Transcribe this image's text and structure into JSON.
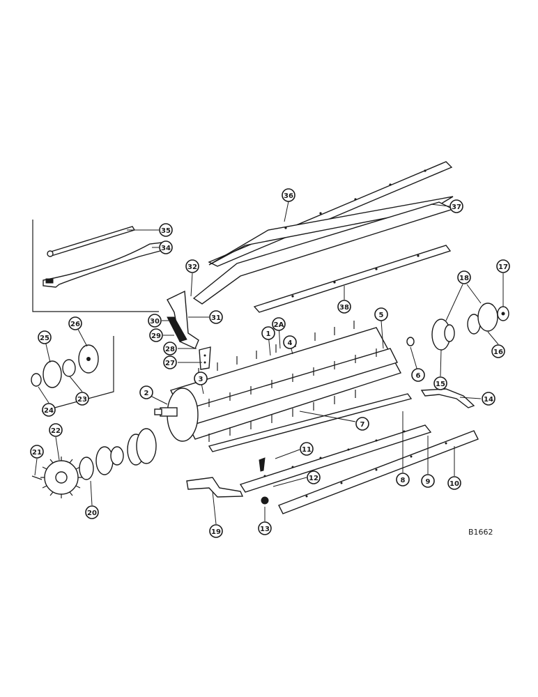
{
  "drawing_id": "B1662",
  "callouts": [
    "1",
    "2",
    "3",
    "4",
    "5",
    "6",
    "7",
    "8",
    "9",
    "10",
    "11",
    "12",
    "13",
    "14",
    "15",
    "16",
    "17",
    "18",
    "19",
    "20",
    "21",
    "22",
    "23",
    "24",
    "25",
    "26",
    "27",
    "28",
    "29",
    "30",
    "31",
    "32",
    "34",
    "35",
    "36",
    "37",
    "38",
    "2A"
  ],
  "colors": {
    "ink": "#1a1a1a",
    "paper": "#ffffff"
  }
}
